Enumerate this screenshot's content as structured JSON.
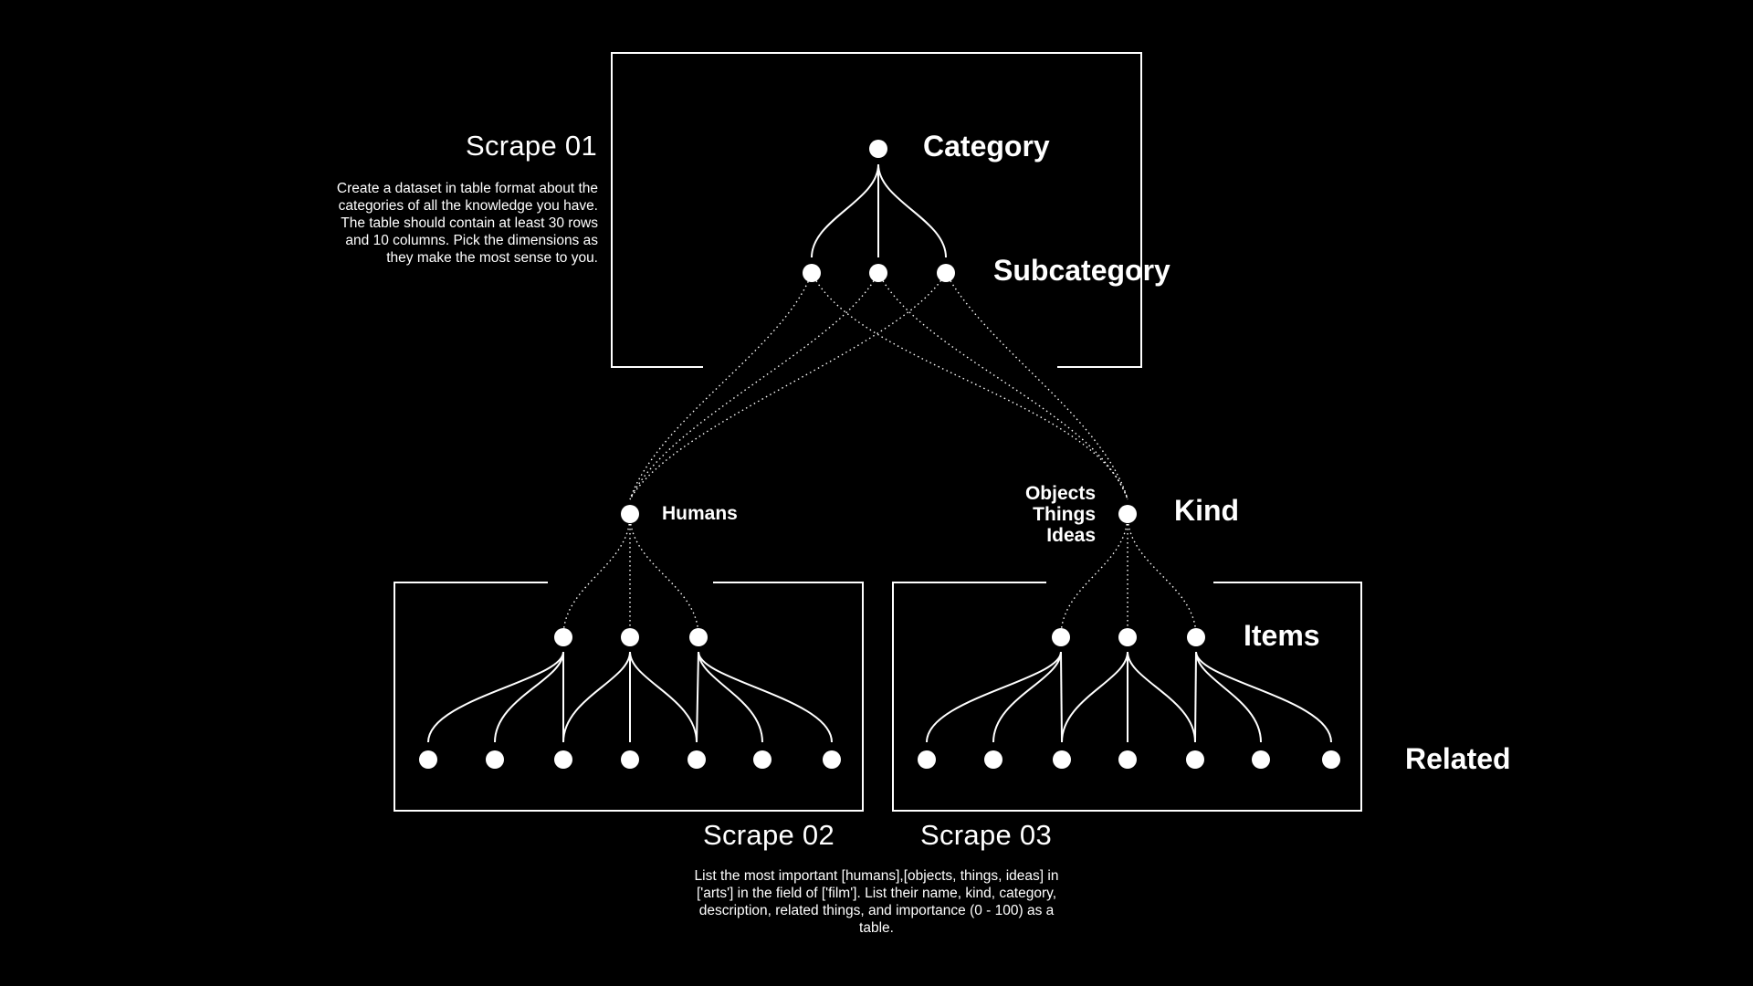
{
  "scrape_01": {
    "title": "Scrape 01",
    "description": "Create a dataset in table format about the categories of all the knowledge you have. The table should contain at least 30 rows and 10 columns. Pick the dimensions as they make the most sense to you."
  },
  "scrape_02": {
    "title": "Scrape 02",
    "description": "List the most important [humans],[objects, things, ideas] in ['arts'] in the field of ['film']. List their name, kind, category, description, related things, and importance (0 - 100) as a table."
  },
  "scrape_03": {
    "title": "Scrape 03"
  },
  "levels": {
    "category": "Category",
    "subcategory": "Subcategory",
    "kind": "Kind",
    "items": "Items",
    "related": "Related"
  },
  "nodes": {
    "humans": "Humans",
    "objects_things_ideas": [
      "Objects",
      "Things",
      "Ideas"
    ]
  },
  "colors": {
    "background": "#000000",
    "foreground": "#ffffff"
  }
}
